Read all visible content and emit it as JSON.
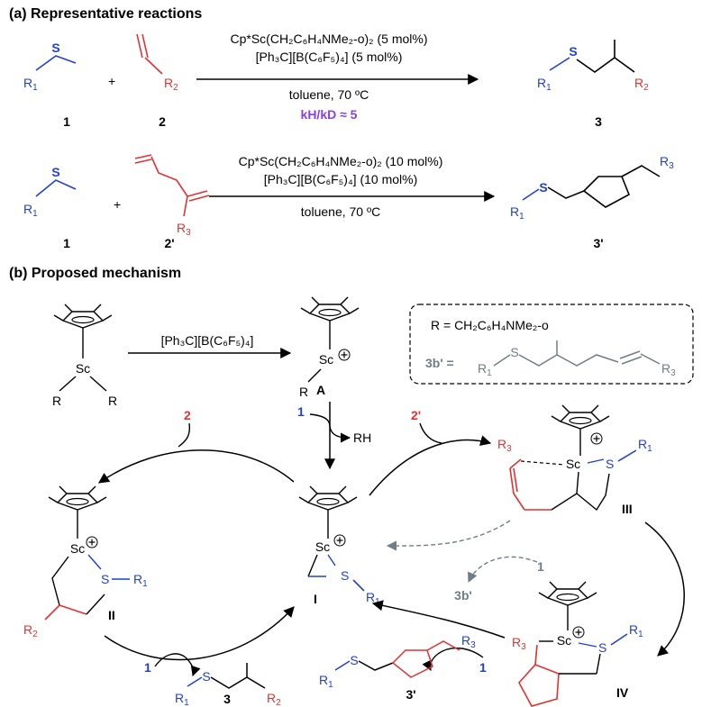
{
  "section_a": {
    "title": "(a) Representative reactions",
    "reaction1": {
      "reagent_line1": "Cp*Sc(CH₂C₆H₄NMe₂-o)₂ (5 mol%)",
      "reagent_line2": "[Ph₃C][B(C₆F₅)₄] (5 mol%)",
      "conditions": "toluene, 70 ºC",
      "kie": "kH/kD ≈ 5",
      "label_sub1": "1",
      "label_sub2": "2",
      "label_prod": "3"
    },
    "reaction2": {
      "reagent_line1": "Cp*Sc(CH₂C₆H₄NMe₂-o)₂ (10 mol%)",
      "reagent_line2": "[Ph₃C][B(C₆F₅)₄] (10 mol%)",
      "conditions": "toluene, 70 ºC",
      "label_sub1": "1",
      "label_sub2": "2'",
      "label_prod": "3'"
    }
  },
  "section_b": {
    "title": "(b) Proposed mechanism",
    "activation_reagent": "[Ph₃C][B(C₆F₅)₄]",
    "legend_r": "R = CH₂C₆H₄NMe₂-o",
    "legend_3b": "3b' =",
    "labels": {
      "A": "A",
      "I": "I",
      "II": "II",
      "III": "III",
      "IV": "IV",
      "rh": "RH",
      "sub1": "1",
      "sub2": "2",
      "sub2p": "2'",
      "prod3": "3",
      "prod3p": "3'",
      "prod3b": "3b'"
    }
  },
  "atoms": {
    "S": "S",
    "Sc": "Sc",
    "R": "R",
    "R1": "R1",
    "R2": "R2",
    "R3": "R3"
  },
  "colors": {
    "substrate_blue": "#1f3fd6",
    "alkene_red": "#e33131",
    "kie_purple": "#8a3fe0",
    "side_gray": "#6f7d87"
  }
}
